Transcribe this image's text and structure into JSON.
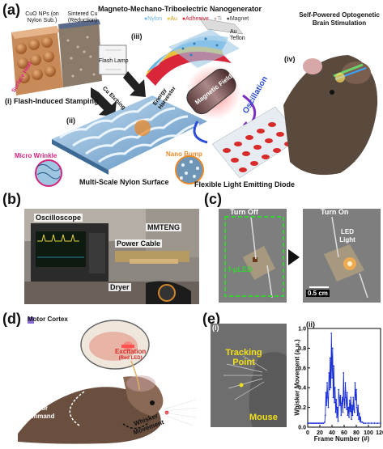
{
  "panel_a": {
    "label": "(a)",
    "title": "Magneto-Mechano-Triboelectric Nanogenerator",
    "legend": [
      {
        "text": "Nylon",
        "color": "#6ab6e8"
      },
      {
        "text": "Au",
        "color": "#e8c23a"
      },
      {
        "text": "Adhesive",
        "color": "#d9263a"
      },
      {
        "text": "Ti",
        "color": "#b8b8b8"
      },
      {
        "text": "Magnet",
        "color": "#555555"
      }
    ],
    "cuo_label": "CuO NPs (on Nylon Sub.)",
    "sintered_label": "Sintered Cu (Reduction)",
    "flash_lamp": "Flash Lamp",
    "surface_heat": "Surface Heat",
    "step_i": "(i)",
    "step_i_text": "Flash-Induced Stamping",
    "cu_etching": "Cu Etching",
    "step_ii": "(ii)",
    "micro_wrinkle": "Micro Wrinkle",
    "nano_bump": "Nano Bump",
    "multi_scale": "Multi-Scale Nylon Surface",
    "step_iii": "(iii)",
    "au_text": "Au",
    "teflon_text": "Teflon",
    "energy_harvester": "Energy Harvester",
    "magnetic_field": "Magnetic Field",
    "oscillation": "Oscillation",
    "step_iv": "(iv)",
    "self_powered": "Self-Powered Optogenetic Brain Stimulation",
    "flexible_led": "Flexible Light Emitting Diode"
  },
  "panel_b": {
    "label": "(b)",
    "oscilloscope": "Oscilloscope",
    "mmteng": "MMTENG",
    "power_cable": "Power Cable",
    "dryer": "Dryer"
  },
  "panel_c": {
    "label": "(c)",
    "turn_off": "Turn Off",
    "turn_on": "Turn On",
    "f_uled": "f-μLED",
    "led_light": "LED Light",
    "scale": "0.5 cm"
  },
  "panel_d": {
    "label": "(d)",
    "motor_cortex": "Motor Cortex",
    "excitation": "Excitation",
    "excitation_sub": "(Red LED)",
    "motor_command": "Motor Command",
    "whisker_movement": "Whisker Movement"
  },
  "panel_e": {
    "label": "(e)",
    "sub_i": "(i)",
    "sub_ii": "(ii)",
    "tracking_point": "Tracking Point",
    "mouse": "Mouse"
  },
  "chart_data": {
    "type": "line",
    "xlabel": "Frame Number (#)",
    "ylabel": "Whisker Movement (a.u.)",
    "xlim": [
      0,
      120
    ],
    "ylim": [
      0,
      1.0
    ],
    "xticks": [
      0,
      20,
      40,
      60,
      80,
      100,
      120
    ],
    "yticks": [
      0.0,
      0.2,
      0.4,
      0.6,
      0.8,
      1.0
    ],
    "series": [
      {
        "color": "#1a2fd6",
        "x": [
          0,
          2,
          4,
          6,
          8,
          10,
          12,
          14,
          16,
          18,
          20,
          22,
          24,
          26,
          28,
          29,
          30,
          31,
          32,
          33,
          34,
          35,
          36,
          37,
          38,
          39,
          40,
          41,
          42,
          43,
          44,
          45,
          46,
          47,
          48,
          49,
          50,
          51,
          52,
          53,
          54,
          55,
          56,
          57,
          58,
          59,
          60,
          61,
          62,
          63,
          64,
          65,
          66,
          67,
          68,
          69,
          70,
          71,
          72,
          73,
          74,
          75,
          76,
          77,
          78,
          79,
          80,
          81,
          82,
          83,
          84,
          85,
          86,
          87,
          88,
          90,
          92,
          95,
          100,
          105,
          110,
          115,
          120
        ],
        "values": [
          0.04,
          0.04,
          0.04,
          0.04,
          0.04,
          0.04,
          0.04,
          0.04,
          0.04,
          0.04,
          0.04,
          0.04,
          0.04,
          0.04,
          0.05,
          0.12,
          0.35,
          0.22,
          0.45,
          0.3,
          0.2,
          0.55,
          0.38,
          0.7,
          0.4,
          0.95,
          0.5,
          0.8,
          0.3,
          0.62,
          0.25,
          0.4,
          0.15,
          0.28,
          0.1,
          0.2,
          0.06,
          0.38,
          0.3,
          0.22,
          0.32,
          0.12,
          0.24,
          0.3,
          0.15,
          0.55,
          0.28,
          0.2,
          0.45,
          0.3,
          0.18,
          0.35,
          0.12,
          0.2,
          0.1,
          0.27,
          0.16,
          0.3,
          0.08,
          0.22,
          0.12,
          0.3,
          0.18,
          0.15,
          0.45,
          0.28,
          0.38,
          0.2,
          0.12,
          0.22,
          0.08,
          0.14,
          0.06,
          0.1,
          0.05,
          0.05,
          0.04,
          0.04,
          0.04,
          0.04,
          0.04,
          0.04,
          0.04
        ]
      }
    ]
  }
}
